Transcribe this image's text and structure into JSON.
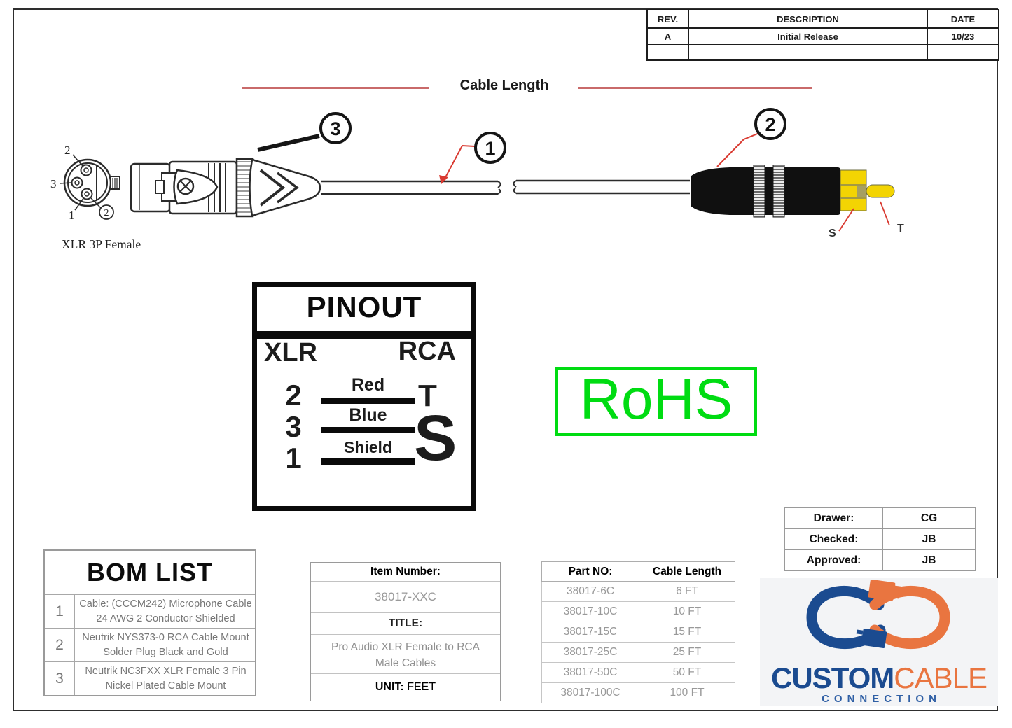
{
  "colors": {
    "red_leader": "#d93a31",
    "red_dim_line": "#c96a6a",
    "rohs_green": "#00dc12",
    "rca_yellow": "#f3d403",
    "logo_blue": "#1b4b90",
    "logo_orange": "#e97540"
  },
  "revision_table": {
    "headers": [
      "REV.",
      "DESCRIPTION",
      "DATE"
    ],
    "rows": [
      {
        "rev": "A",
        "description": "Initial Release",
        "date": "10/23"
      },
      {
        "rev": "",
        "description": "",
        "date": ""
      }
    ]
  },
  "diagram": {
    "cable_length_label": "Cable Length",
    "xlr_face_label": "XLR 3P Female",
    "xlr_pins": {
      "pin2": "2",
      "pin3": "3",
      "pin1": "1",
      "circled": "2"
    },
    "callouts": {
      "c1": "1",
      "c2": "2",
      "c3": "3"
    },
    "rca_labels": {
      "s": "S",
      "t": "T"
    }
  },
  "pinout": {
    "title": "PINOUT",
    "left_header": "XLR",
    "right_header": "RCA",
    "rows": [
      {
        "xlr": "2",
        "wire": "Red",
        "rca": "T"
      },
      {
        "xlr": "3",
        "wire": "Blue",
        "rca": ""
      },
      {
        "xlr": "1",
        "wire": "Shield",
        "rca": "S"
      }
    ]
  },
  "rohs_label": "RoHS",
  "approval": {
    "rows": [
      {
        "label": "Drawer:",
        "value": "CG"
      },
      {
        "label": "Checked:",
        "value": "JB"
      },
      {
        "label": "Approved:",
        "value": "JB"
      }
    ]
  },
  "bom": {
    "title": "BOM LIST",
    "items": [
      {
        "no": "1",
        "line1": "Cable: (CCCM242) Microphone Cable",
        "line2": "24 AWG 2 Conductor Shielded"
      },
      {
        "no": "2",
        "line1": "Neutrik NYS373-0 RCA Cable Mount",
        "line2": "Solder Plug Black and Gold"
      },
      {
        "no": "3",
        "line1": "Neutrik NC3FXX XLR Female 3 Pin",
        "line2": "Nickel Plated Cable Mount"
      }
    ]
  },
  "item_info": {
    "item_number_label": "Item Number:",
    "item_number": "38017-XXC",
    "title_label": "TITLE:",
    "title_line1": "Pro Audio XLR Female to RCA",
    "title_line2": "Male Cables",
    "unit_label": "UNIT:",
    "unit_value": "FEET"
  },
  "part_table": {
    "headers": [
      "Part NO:",
      "Cable Length"
    ],
    "rows": [
      {
        "part": "38017-6C",
        "length": "6 FT"
      },
      {
        "part": "38017-10C",
        "length": "10 FT"
      },
      {
        "part": "38017-15C",
        "length": "15 FT"
      },
      {
        "part": "38017-25C",
        "length": "25 FT"
      },
      {
        "part": "38017-50C",
        "length": "50 FT"
      },
      {
        "part": "38017-100C",
        "length": "100 FT"
      }
    ]
  },
  "logo": {
    "word1": "CUSTOM",
    "word2": "CABLE",
    "subtitle": "CONNECTION"
  }
}
